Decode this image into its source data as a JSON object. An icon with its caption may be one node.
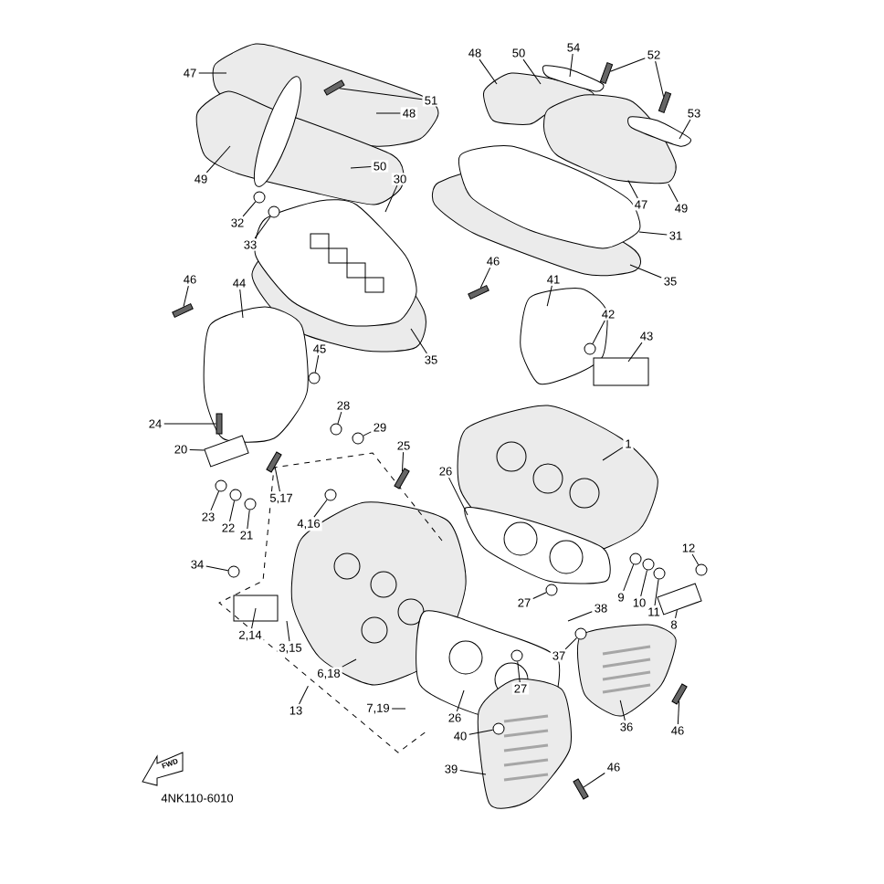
{
  "diagram": {
    "nodes": [
      {
        "text": [
          "51"
        ]
      },
      {
        "text": [
          "47"
        ]
      },
      {
        "text": [
          "48"
        ]
      },
      {
        "text": [
          "49"
        ]
      },
      {
        "text": [
          "50"
        ]
      },
      {
        "text": [
          "30"
        ]
      },
      {
        "text": [
          "32"
        ]
      },
      {
        "text": [
          "33"
        ]
      },
      {
        "text": [
          "35"
        ]
      },
      {
        "text": [
          "46"
        ]
      },
      {
        "text": [
          "44"
        ]
      },
      {
        "text": [
          "45"
        ]
      },
      {
        "text": [
          "48"
        ]
      },
      {
        "text": [
          "50"
        ]
      },
      {
        "text": [
          "54"
        ]
      },
      {
        "text": [
          "52"
        ]
      },
      {
        "text": [
          "53"
        ]
      },
      {
        "text": [
          "47"
        ]
      },
      {
        "text": [
          "49"
        ]
      },
      {
        "text": [
          "31"
        ]
      },
      {
        "text": [
          "35"
        ]
      },
      {
        "text": [
          "46"
        ]
      },
      {
        "text": [
          "41"
        ]
      },
      {
        "text": [
          "42"
        ]
      },
      {
        "text": [
          "43"
        ]
      },
      {
        "text": [
          "24"
        ]
      },
      {
        "text": [
          "28"
        ]
      },
      {
        "text": [
          "29"
        ]
      },
      {
        "text": [
          "20"
        ]
      },
      {
        "text": [
          "25"
        ]
      },
      {
        "text": [
          "26"
        ]
      },
      {
        "text": [
          "1"
        ]
      },
      {
        "text": [
          "5,17"
        ]
      },
      {
        "text": [
          "4,16"
        ]
      },
      {
        "text": [
          "23"
        ]
      },
      {
        "text": [
          "22"
        ]
      },
      {
        "text": [
          "21"
        ]
      },
      {
        "text": [
          "12"
        ]
      },
      {
        "text": [
          "34"
        ]
      },
      {
        "text": [
          "9"
        ]
      },
      {
        "text": [
          "10"
        ]
      },
      {
        "text": [
          "11"
        ]
      },
      {
        "text": [
          "8"
        ]
      },
      {
        "text": [
          "27"
        ]
      },
      {
        "text": [
          "38"
        ]
      },
      {
        "text": [
          "2,14"
        ]
      },
      {
        "text": [
          "3,15"
        ]
      },
      {
        "text": [
          "37"
        ]
      },
      {
        "text": [
          "6,18"
        ]
      },
      {
        "text": [
          "27"
        ]
      },
      {
        "text": [
          "13"
        ]
      },
      {
        "text": [
          "7,19"
        ]
      },
      {
        "text": [
          "26"
        ]
      },
      {
        "text": [
          "36"
        ]
      },
      {
        "text": [
          "46"
        ]
      },
      {
        "text": [
          "40"
        ]
      },
      {
        "text": [
          "39"
        ]
      },
      {
        "text": [
          "46"
        ]
      },
      {
        "text": [],
        "shape": "bar"
      },
      {
        "text": [],
        "shape": "circle"
      },
      {
        "text": [],
        "shape": "circle"
      },
      {
        "text": [],
        "shape": "bar"
      },
      {
        "text": [],
        "shape": "circle"
      },
      {
        "text": [],
        "shape": "bar"
      },
      {
        "text": [],
        "shape": "circle"
      },
      {
        "text": [],
        "shape": "bar"
      },
      {
        "text": [],
        "shape": "bar"
      },
      {
        "text": [],
        "shape": "bar"
      },
      {
        "text": [],
        "shape": "circle"
      },
      {
        "text": [],
        "shape": "circle"
      },
      {
        "text": [],
        "shape": "box"
      },
      {
        "text": [],
        "shape": "bar"
      },
      {
        "text": [],
        "shape": "bar"
      },
      {
        "text": [],
        "shape": "circle"
      },
      {
        "text": [],
        "shape": "circle"
      },
      {
        "text": [],
        "shape": "circle"
      },
      {
        "text": [],
        "shape": "circle"
      },
      {
        "text": [],
        "shape": "circle"
      },
      {
        "text": [],
        "shape": "circle"
      },
      {
        "text": [],
        "shape": "circle"
      },
      {
        "text": [],
        "shape": "circle"
      },
      {
        "text": [],
        "shape": "box"
      },
      {
        "text": [],
        "shape": "circle"
      },
      {
        "text": [],
        "shape": "circle"
      },
      {
        "text": [],
        "shape": "circle"
      },
      {
        "text": [],
        "shape": "circle"
      },
      {
        "text": [],
        "shape": "bar"
      },
      {
        "text": [],
        "shape": "bar"
      },
      {
        "text": [],
        "shape": "circle"
      },
      {
        "text": [
          "FWD"
        ]
      }
    ],
    "edges": [
      {
        "from": 0,
        "to": 58,
        "arrow": "none"
      },
      {
        "from": 1,
        "to": null,
        "arrow": "none"
      },
      {
        "from": 2,
        "to": null,
        "arrow": "none"
      },
      {
        "from": 3,
        "to": null,
        "arrow": "none"
      },
      {
        "from": 4,
        "to": null,
        "arrow": "none"
      },
      {
        "from": 5,
        "to": null,
        "arrow": "none"
      },
      {
        "from": 6,
        "to": 59,
        "arrow": "none"
      },
      {
        "from": 7,
        "to": 60,
        "arrow": "none"
      },
      {
        "from": 8,
        "to": null,
        "arrow": "none"
      },
      {
        "from": 9,
        "to": 61,
        "arrow": "none"
      },
      {
        "from": 10,
        "to": null,
        "arrow": "none"
      },
      {
        "from": 11,
        "to": 62,
        "arrow": "none"
      },
      {
        "from": 12,
        "to": null,
        "arrow": "none"
      },
      {
        "from": 13,
        "to": null,
        "arrow": "none"
      },
      {
        "from": 14,
        "to": null,
        "arrow": "none"
      },
      {
        "from": 15,
        "to": 65,
        "arrow": "none"
      },
      {
        "from": 15,
        "to": 66,
        "arrow": "none"
      },
      {
        "from": 16,
        "to": null,
        "arrow": "none"
      },
      {
        "from": 17,
        "to": null,
        "arrow": "none"
      },
      {
        "from": 18,
        "to": null,
        "arrow": "none"
      },
      {
        "from": 19,
        "to": null,
        "arrow": "none"
      },
      {
        "from": 20,
        "to": null,
        "arrow": "none"
      },
      {
        "from": 21,
        "to": 63,
        "arrow": "none"
      },
      {
        "from": 22,
        "to": null,
        "arrow": "none"
      },
      {
        "from": 23,
        "to": 64,
        "arrow": "none"
      },
      {
        "from": 24,
        "to": null,
        "arrow": "none"
      },
      {
        "from": 25,
        "to": 67,
        "arrow": "none"
      },
      {
        "from": 26,
        "to": 68,
        "arrow": "none"
      },
      {
        "from": 27,
        "to": 69,
        "arrow": "none"
      },
      {
        "from": 28,
        "to": 70,
        "arrow": "none"
      },
      {
        "from": 29,
        "to": 71,
        "arrow": "none"
      },
      {
        "from": 30,
        "to": null,
        "arrow": "none"
      },
      {
        "from": 31,
        "to": null,
        "arrow": "none"
      },
      {
        "from": 32,
        "to": 72,
        "arrow": "none"
      },
      {
        "from": 33,
        "to": 88,
        "arrow": "none"
      },
      {
        "from": 34,
        "to": 73,
        "arrow": "none"
      },
      {
        "from": 35,
        "to": 74,
        "arrow": "none"
      },
      {
        "from": 36,
        "to": 75,
        "arrow": "none"
      },
      {
        "from": 37,
        "to": 76,
        "arrow": "none"
      },
      {
        "from": 38,
        "to": 77,
        "arrow": "none"
      },
      {
        "from": 39,
        "to": 78,
        "arrow": "none"
      },
      {
        "from": 40,
        "to": 79,
        "arrow": "none"
      },
      {
        "from": 41,
        "to": 80,
        "arrow": "none"
      },
      {
        "from": 42,
        "to": 81,
        "arrow": "none"
      },
      {
        "from": 43,
        "to": 82,
        "arrow": "none"
      },
      {
        "from": 44,
        "to": null,
        "arrow": "none"
      },
      {
        "from": 45,
        "to": null,
        "arrow": "none"
      },
      {
        "from": 46,
        "to": null,
        "arrow": "none"
      },
      {
        "from": 47,
        "to": 83,
        "arrow": "none"
      },
      {
        "from": 48,
        "to": null,
        "arrow": "none"
      },
      {
        "from": 49,
        "to": 84,
        "arrow": "none"
      },
      {
        "from": 50,
        "to": null,
        "arrow": "none"
      },
      {
        "from": 51,
        "to": null,
        "arrow": "none"
      },
      {
        "from": 52,
        "to": null,
        "arrow": "none"
      },
      {
        "from": 53,
        "to": null,
        "arrow": "none"
      },
      {
        "from": 54,
        "to": 86,
        "arrow": "none"
      },
      {
        "from": 55,
        "to": 85,
        "arrow": "none"
      },
      {
        "from": 56,
        "to": null,
        "arrow": "none"
      },
      {
        "from": 57,
        "to": 87,
        "arrow": "none"
      }
    ],
    "labels": [
      "4NK110-6010"
    ]
  }
}
